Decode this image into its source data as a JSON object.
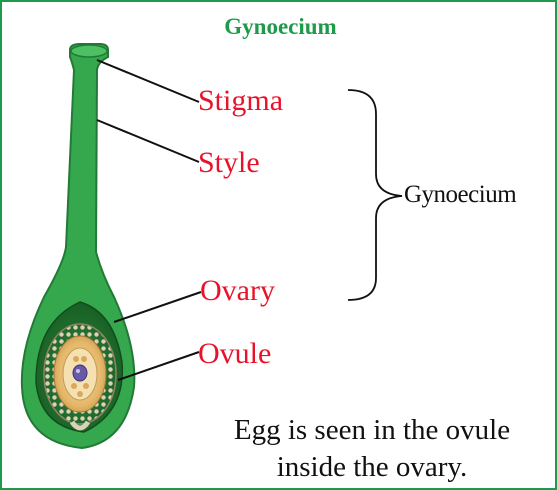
{
  "title": "Gynoecium",
  "labels": {
    "stigma": "Stigma",
    "style": "Style",
    "ovary": "Ovary",
    "ovule": "Ovule",
    "group": "Gynoecium"
  },
  "caption": {
    "line1": "Egg is seen in the ovule",
    "line2": "inside the ovary."
  },
  "colors": {
    "frame": "#1f9a4a",
    "title": "#1f9a4a",
    "part_label": "#e8132a",
    "pistil": "#35a84d",
    "ovary_inner": "#1c6b2a",
    "ovule": "#e0b56a"
  }
}
